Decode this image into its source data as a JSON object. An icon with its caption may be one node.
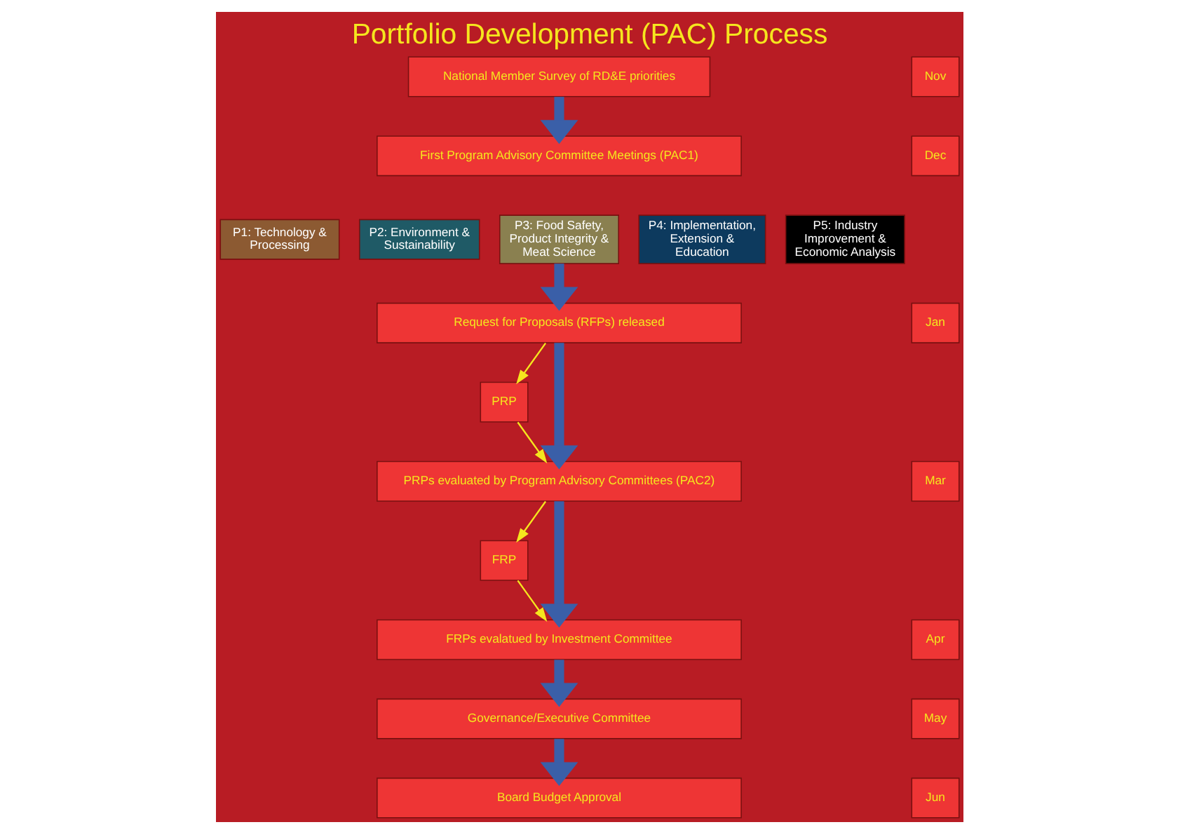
{
  "diagram": {
    "title": "Portfolio Development (PAC) Process",
    "nodes": [
      {
        "text": [
          "National Member Survey of RD&E priorities"
        ]
      },
      {
        "text": [
          "Nov"
        ]
      },
      {
        "text": [
          "First Program Advisory Committee Meetings (PAC1)"
        ]
      },
      {
        "text": [
          "Dec"
        ]
      },
      {
        "text": [
          "P1: Technology & Processing"
        ]
      },
      {
        "text": [
          "P2: Environment & Sustainability"
        ]
      },
      {
        "text": [
          "P3: Food Safety, Product Integrity & Meat Science"
        ]
      },
      {
        "text": [
          "P4: Implementation, Extension & Education"
        ]
      },
      {
        "text": [
          "P5: Industry Improvement & Economic Analysis"
        ]
      },
      {
        "text": [
          "Request for Proposals (RFPs) released"
        ]
      },
      {
        "text": [
          "Jan"
        ]
      },
      {
        "text": [
          "PRP"
        ]
      },
      {
        "text": [
          "PRPs evaluated by Program Advisory Committees (PAC2)"
        ]
      },
      {
        "text": [
          "Mar"
        ]
      },
      {
        "text": [
          "FRP"
        ]
      },
      {
        "text": [
          "FRPs evalatued by Investment Committee"
        ]
      },
      {
        "text": [
          "Apr"
        ]
      },
      {
        "text": [
          "Governance/Executive Committee"
        ]
      },
      {
        "text": [
          "May"
        ]
      },
      {
        "text": [
          "Board Budget Approval"
        ]
      },
      {
        "text": [
          "Jun"
        ]
      }
    ],
    "edges": [
      {
        "from": 0,
        "to": 2,
        "arrow": "to"
      },
      {
        "from": 6,
        "to": 9,
        "arrow": "to"
      },
      {
        "from": 9,
        "to": 11,
        "arrow": "to",
        "color": "#f5e61e"
      },
      {
        "from": 11,
        "to": 12,
        "arrow": "to",
        "color": "#f5e61e"
      },
      {
        "from": 9,
        "to": 12,
        "arrow": "to"
      },
      {
        "from": 12,
        "to": 14,
        "arrow": "to",
        "color": "#f5e61e"
      },
      {
        "from": 14,
        "to": 15,
        "arrow": "to",
        "color": "#f5e61e"
      },
      {
        "from": 12,
        "to": 15,
        "arrow": "to"
      },
      {
        "from": 15,
        "to": 17,
        "arrow": "to"
      },
      {
        "from": 17,
        "to": 19,
        "arrow": "to"
      }
    ]
  }
}
